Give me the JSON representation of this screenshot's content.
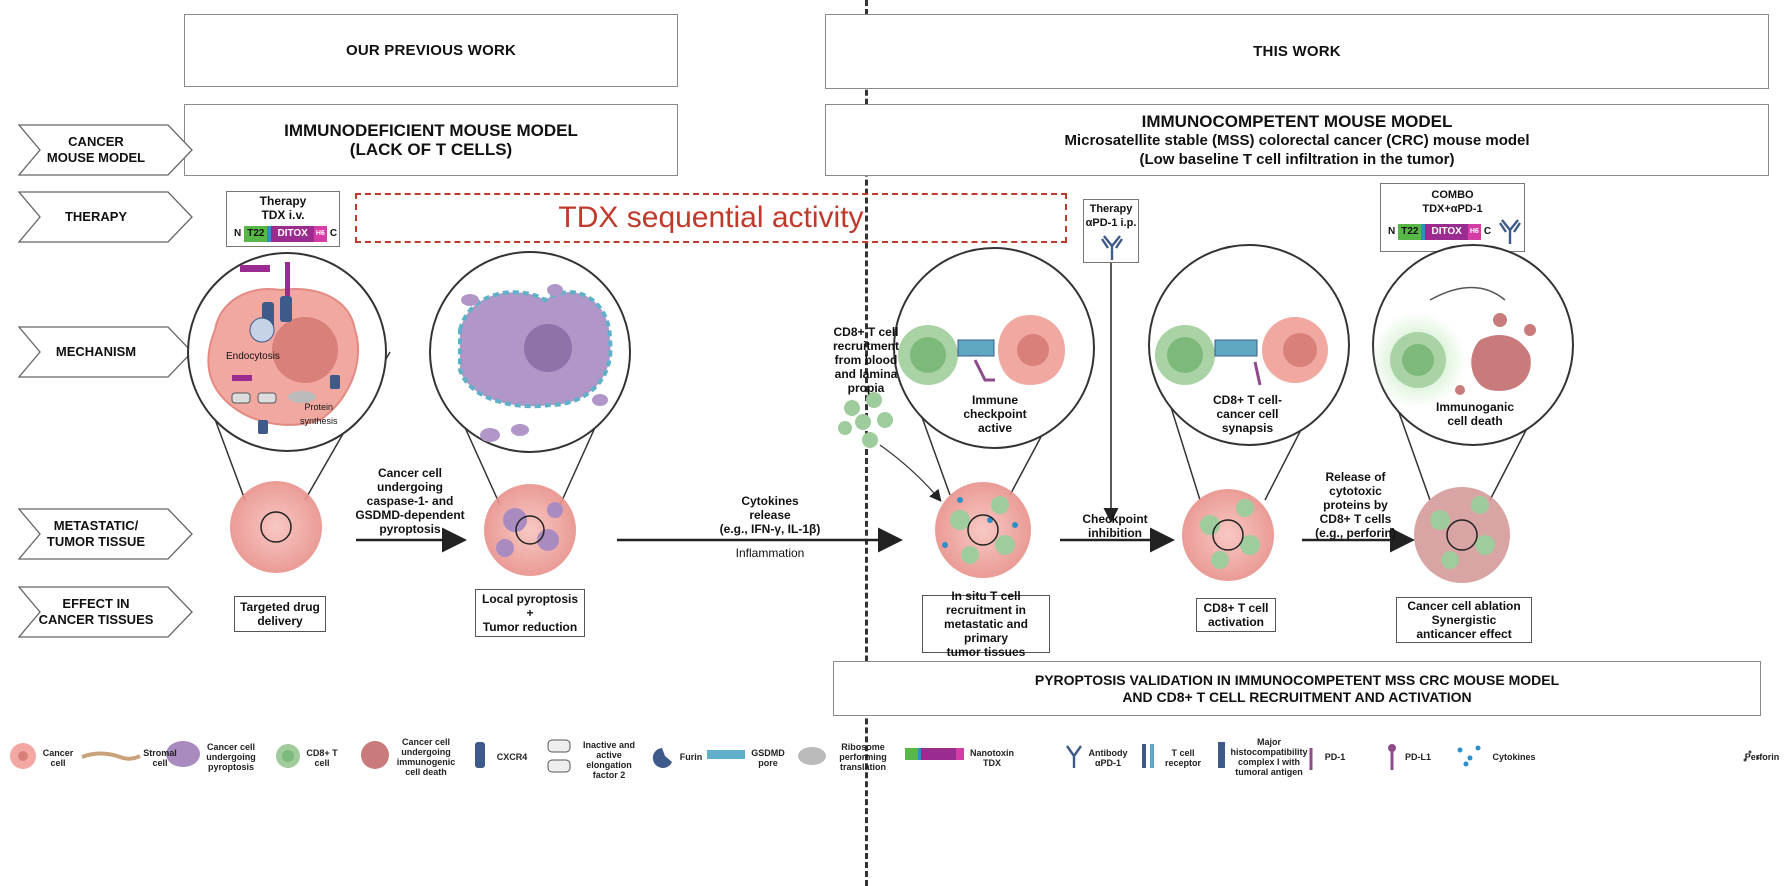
{
  "headers": {
    "previous": "OUR PREVIOUS WORK",
    "this": "THIS WORK"
  },
  "models": {
    "left_line1": "IMMUNODEFICIENT MOUSE MODEL",
    "left_line2": "(LACK OF T CELLS)",
    "right_line1": "IMMUNOCOMPETENT MOUSE MODEL",
    "right_line2": "Microsatellite stable (MSS) colorectal cancer (CRC) mouse model",
    "right_line3": "(Low baseline T cell infiltration in the tumor)"
  },
  "row_labels": {
    "model": "CANCER\nMOUSE MODEL",
    "therapy": "THERAPY",
    "mechanism": "MECHANISM",
    "tissue": "METASTATIC/\nTUMOR TISSUE",
    "effect": "EFFECT IN\nCANCER TISSUES"
  },
  "therapy": {
    "left_title": "Therapy\nTDX i.v.",
    "sequential": "TDX sequential activity",
    "right_title": "Therapy\nαPD-1 i.p.",
    "combo_title": "COMBO\nTDX+αPD-1",
    "tdx_n": "N",
    "tdx_c": "C",
    "tdx_t22": "T22",
    "tdx_ditox": "DITOX",
    "tdx_h6": "H6"
  },
  "mechanism_labels": {
    "endocytosis": "Endocytosis",
    "protein": "Protein\nsynthesis",
    "cd8_recruit": "CD8+ T cell\nrecruitment\nfrom blood\nand lamina\npropia",
    "checkpoint": "Immune\ncheckpoint\nactive",
    "synapsis": "CD8+ T cell-\ncancer cell\nsynapsis",
    "icd": "Immunoganic\ncell death"
  },
  "arrows": {
    "pyro": "Cancer cell\nundergoing\ncaspase-1- and\nGSDMD-dependent\npyroptosis",
    "cyto": "Cytokines\nrelease\n(e.g., IFN-γ, IL-1β)",
    "inflam": "Inflammation",
    "checkpoint_inh": "Checkpoint\ninhibition",
    "release": "Release of\ncytotoxic\nproteins by\nCD8+ T cells\n(e.g., perforin)"
  },
  "effects": {
    "e1": "Targeted drug\ndelivery",
    "e2": "Local pyroptosis\n+\nTumor reduction",
    "e3": "In situ T cell\nrecruitment in\nmetastatic and primary\ntumor tissues",
    "e4": "CD8+ T cell\nactivation",
    "e5": "Cancer cell ablation\nSynergistic\nanticancer effect"
  },
  "validation": {
    "line1": "PYROPTOSIS VALIDATION IN IMMUNOCOMPETENT MSS CRC MOUSE MODEL",
    "line2": "AND CD8+ T CELL RECRUITMENT AND ACTIVATION"
  },
  "legend": {
    "cancer": "Cancer\ncell",
    "stromal": "Stromal\ncell",
    "pyro": "Cancer cell\nundergoing\npyroptosis",
    "cd8": "CD8+ T\ncell",
    "icd": "Cancer cell\nundergoing\nimmunogenic\ncell death",
    "cxcr4": "CXCR4",
    "ef2": "Inactive and\nactive\nelongation\nfactor 2",
    "furin": "Furin",
    "gsdmd": "GSDMD\npore",
    "ribosome": "Ribosome\nperforming\ntranslation",
    "nanotoxin": "Nanotoxin\nTDX",
    "antibody": "Antibody\nαPD-1",
    "tcr": "T cell\nreceptor",
    "mhc": "Major\nhistocompatibility\ncomplex I with\ntumoral antigen",
    "pd1": "PD-1",
    "pdl1": "PD-L1",
    "cytokines": "Cytokines",
    "perforin": "Perforin"
  },
  "colors": {
    "cancer": "#f4a8a3",
    "pyro": "#a98bbf",
    "cd8": "#9fcc9d",
    "tdx_red": "#c0392b",
    "t22": "#57b847",
    "ditox": "#9b2c8f",
    "h6": "#d33da5",
    "blue": "#3d5a8a"
  }
}
